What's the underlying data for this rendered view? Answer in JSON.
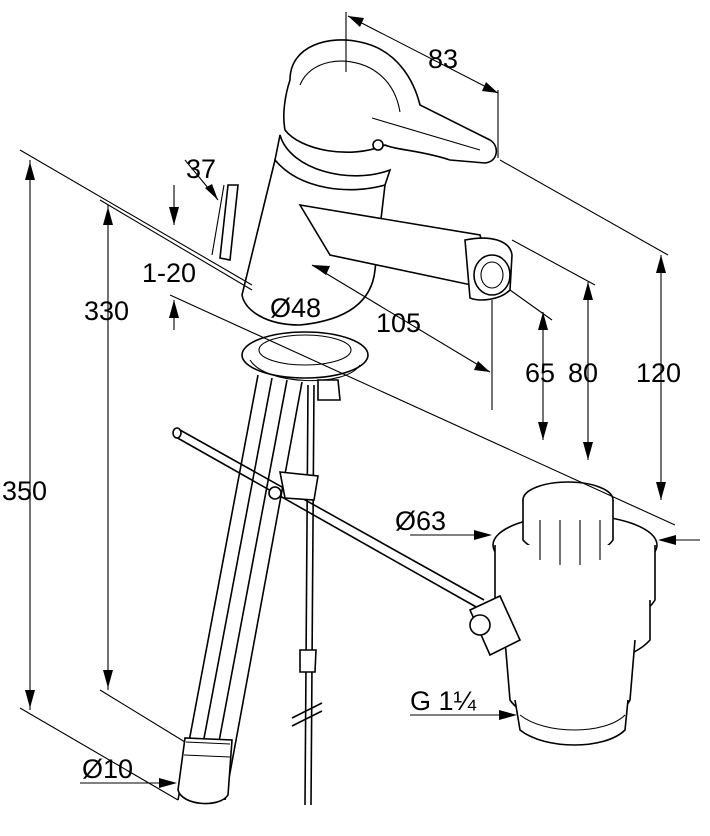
{
  "dimensions": {
    "d83": "83",
    "d37": "37",
    "d1_20": "1-20",
    "d330": "330",
    "d350": "350",
    "d48": "Ø48",
    "d105": "105",
    "d65": "65",
    "d80": "80",
    "d120": "120",
    "d63": "Ø63",
    "thread": "G 1¼",
    "d10": "Ø10"
  },
  "colors": {
    "line": "#000000",
    "background": "#ffffff"
  }
}
